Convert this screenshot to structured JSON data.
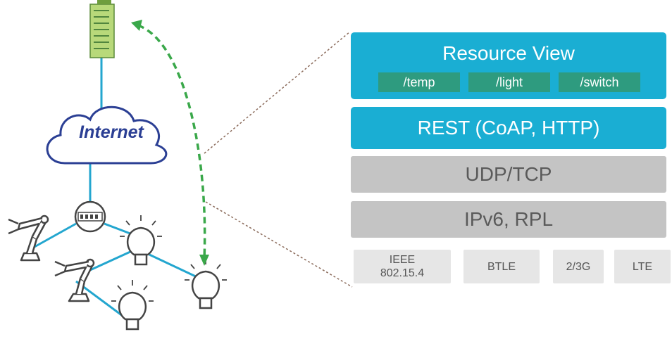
{
  "network": {
    "cloud_label": "Internet"
  },
  "stack": {
    "resource_view": {
      "title": "Resource View",
      "resources": [
        "/temp",
        "/light",
        "/switch"
      ]
    },
    "rest_layer": "REST (CoAP, HTTP)",
    "transport_layer": "UDP/TCP",
    "network_layer": "IPv6, RPL",
    "phy_layers": [
      {
        "line1": "IEEE",
        "line2": "802.15.4"
      },
      {
        "line1": "BTLE",
        "line2": ""
      },
      {
        "line1": "2/3G",
        "line2": ""
      },
      {
        "line1": "LTE",
        "line2": ""
      }
    ]
  },
  "colors": {
    "teal": "#1aaed3",
    "chip": "#2e9b7f",
    "grey": "#c4c4c4",
    "link_blue": "#23a6cf",
    "arrow_green": "#3aa84a",
    "server_green": "#b8d97a",
    "cloud_stroke": "#2b3f94"
  }
}
